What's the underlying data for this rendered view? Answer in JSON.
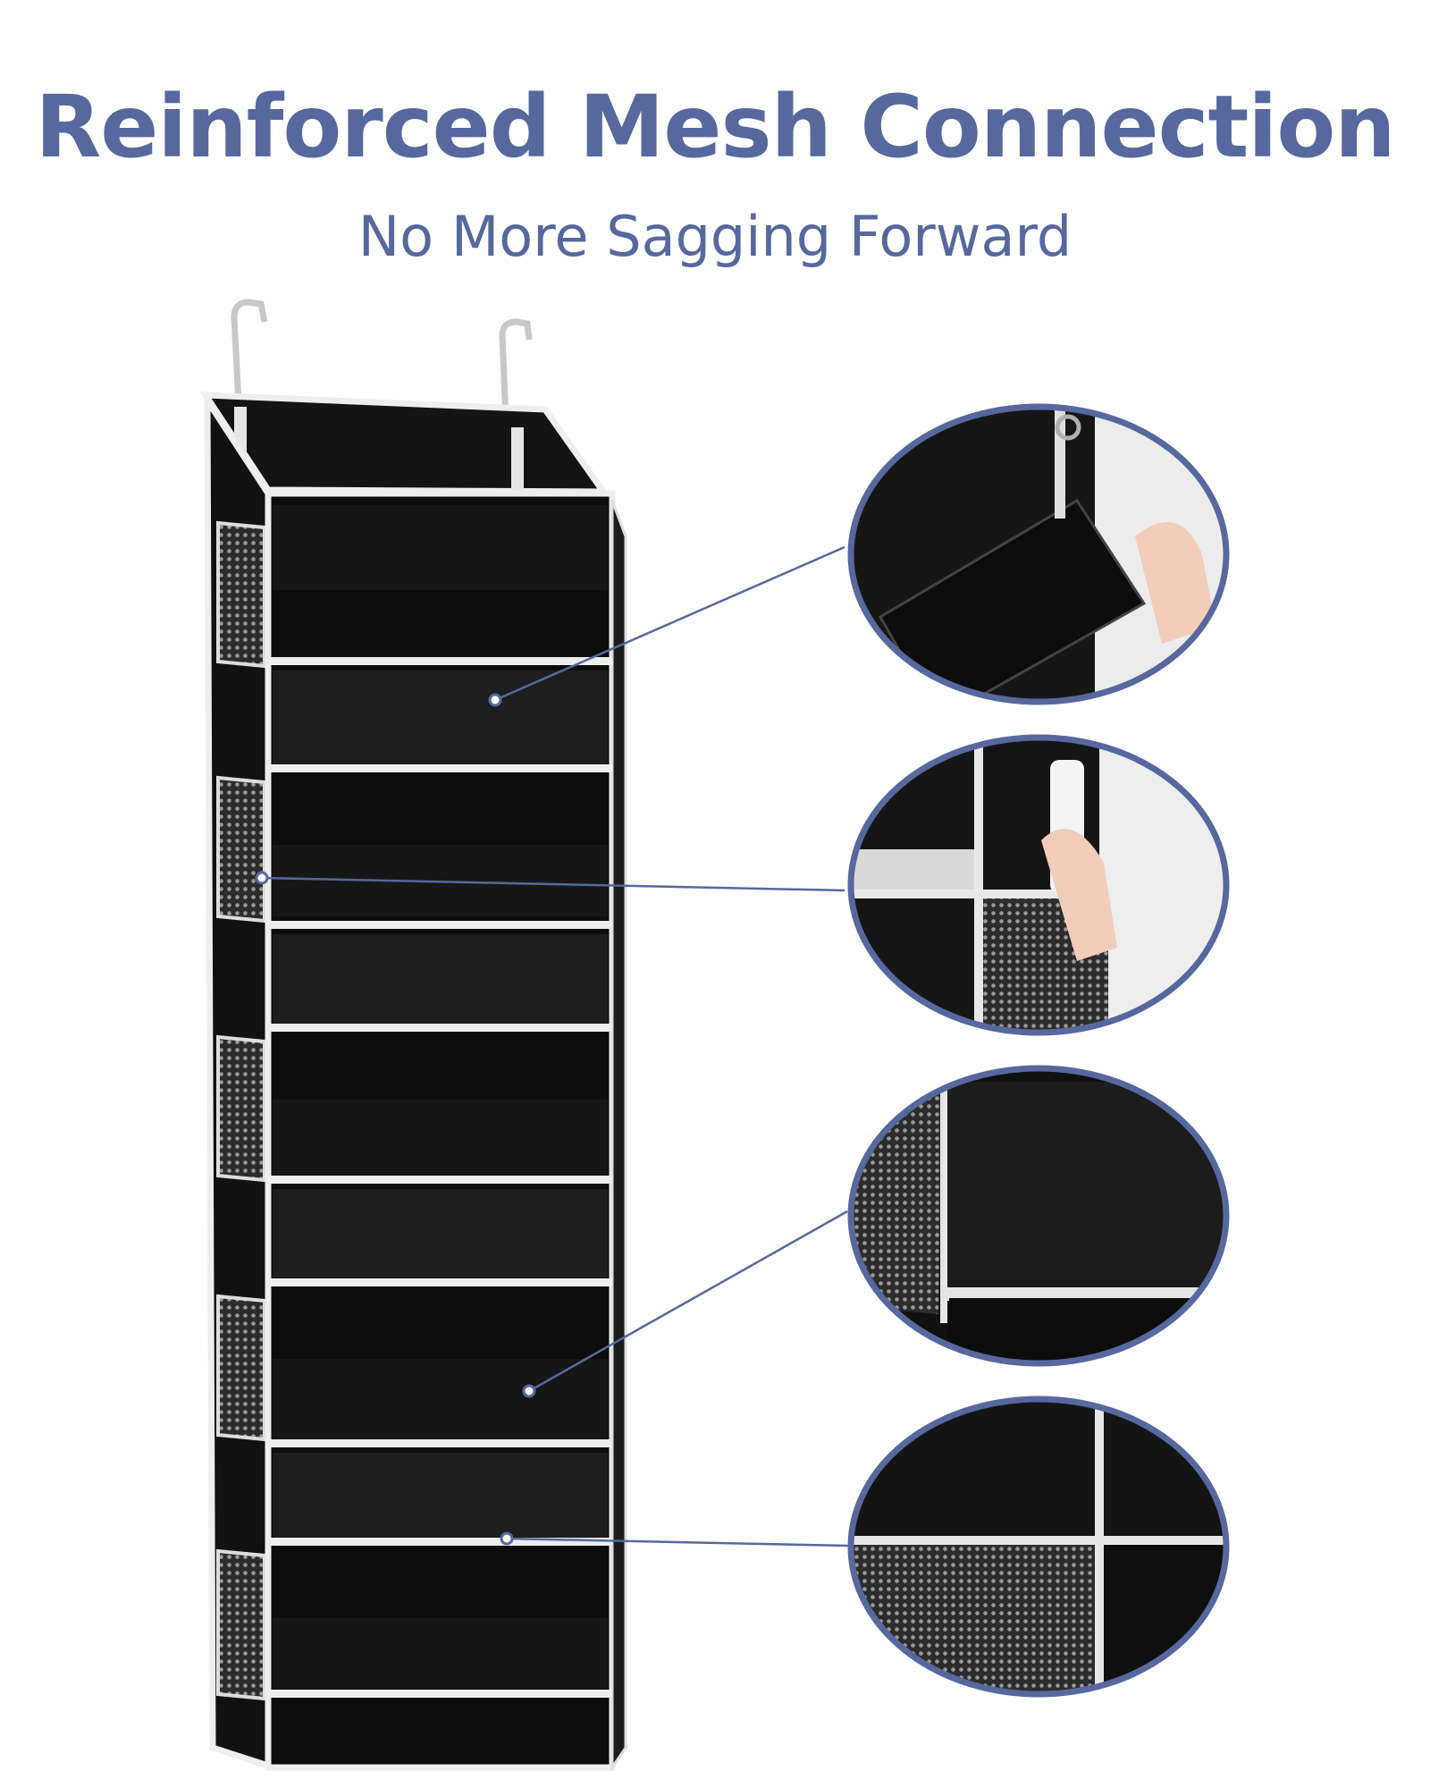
{
  "header": {
    "title": "Reinforced Mesh Connection",
    "subtitle": "No More Sagging Forward"
  },
  "colors": {
    "accent": "#56689e",
    "fabric": "#0c0c0c",
    "trim": "#eeeeee",
    "background": "#ffffff"
  },
  "icons": {
    "hook": "door-hook-icon",
    "ring": "metal-ring-icon",
    "pointer": "callout-dot-icon"
  },
  "callouts": [
    {
      "id": "detail-hanging-strap"
    },
    {
      "id": "detail-side-bottle"
    },
    {
      "id": "detail-mesh-corner"
    },
    {
      "id": "detail-mesh-seam"
    }
  ]
}
